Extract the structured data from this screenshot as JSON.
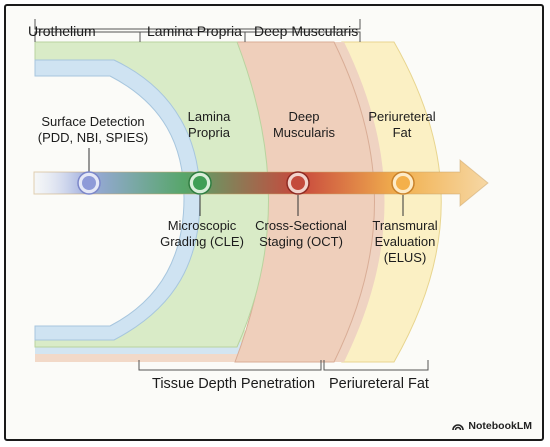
{
  "header": {
    "urothelium": "Urothelium",
    "lamina_propria": "Lamina Propria",
    "deep_muscularis": "Deep Muscularis"
  },
  "layers": {
    "lamina_propria": [
      "Lamina",
      "Propria"
    ],
    "deep_muscularis": [
      "Deep",
      "Muscularis"
    ],
    "periureteral_fat": [
      "Periureteral",
      "Fat"
    ]
  },
  "techniques": {
    "surface": [
      "Surface Detection",
      "(PDD, NBI, SPIES)"
    ],
    "microscopic": [
      "Microscopic",
      "Grading (CLE)"
    ],
    "cross_sectional": [
      "Cross-Sectional",
      "Staging (OCT)"
    ],
    "transmural": [
      "Transmural",
      "Evaluation",
      "(ELUS)"
    ]
  },
  "footer": {
    "tissue_depth": "Tissue Depth Penetration",
    "periureteral_fat": "Periureteral Fat"
  },
  "brand": "NotebookLM",
  "colors": {
    "urothelium": "#cfe3f2",
    "lamina_propria": "#d9ebc7",
    "deep_muscularis": "#efcfbb",
    "periureteral_fat": "#fbf0c2",
    "blue_marker": "#8e9ad8",
    "green_marker": "#3f9e55",
    "red_marker": "#c44a3c",
    "orange_marker": "#f4b04a"
  }
}
